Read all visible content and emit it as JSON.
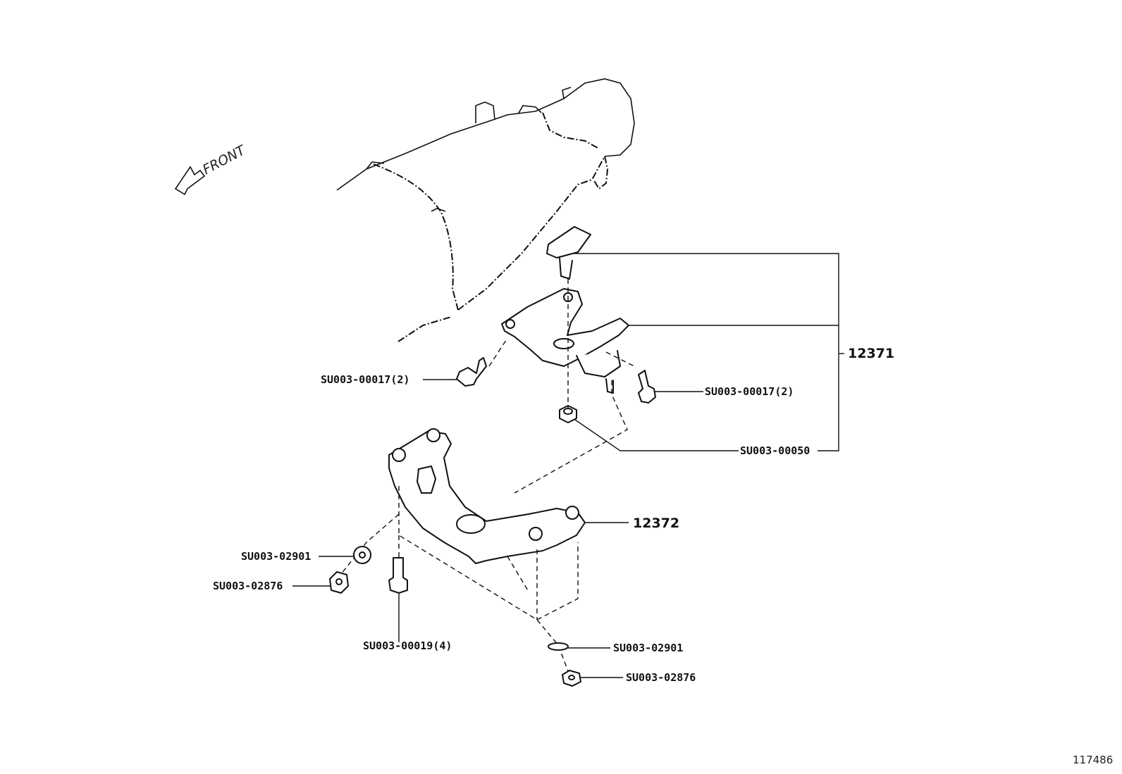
{
  "direction": {
    "label": "FRONT",
    "icon": "front-arrow-icon"
  },
  "assemblies": [
    {
      "id": "asm1",
      "number": "12371"
    },
    {
      "id": "asm2",
      "number": "12372"
    }
  ],
  "callouts": [
    {
      "id": "c1",
      "text": "SU003-00017(2)"
    },
    {
      "id": "c2",
      "text": "SU003-00017(2)"
    },
    {
      "id": "c3",
      "text": "SU003-00050"
    },
    {
      "id": "c4",
      "text": "SU003-02901"
    },
    {
      "id": "c5",
      "text": "SU003-02876"
    },
    {
      "id": "c6",
      "text": "SU003-00019(4)"
    },
    {
      "id": "c7",
      "text": "SU003-02901"
    },
    {
      "id": "c8",
      "text": "SU003-02876"
    }
  ],
  "figure_id": "117486"
}
